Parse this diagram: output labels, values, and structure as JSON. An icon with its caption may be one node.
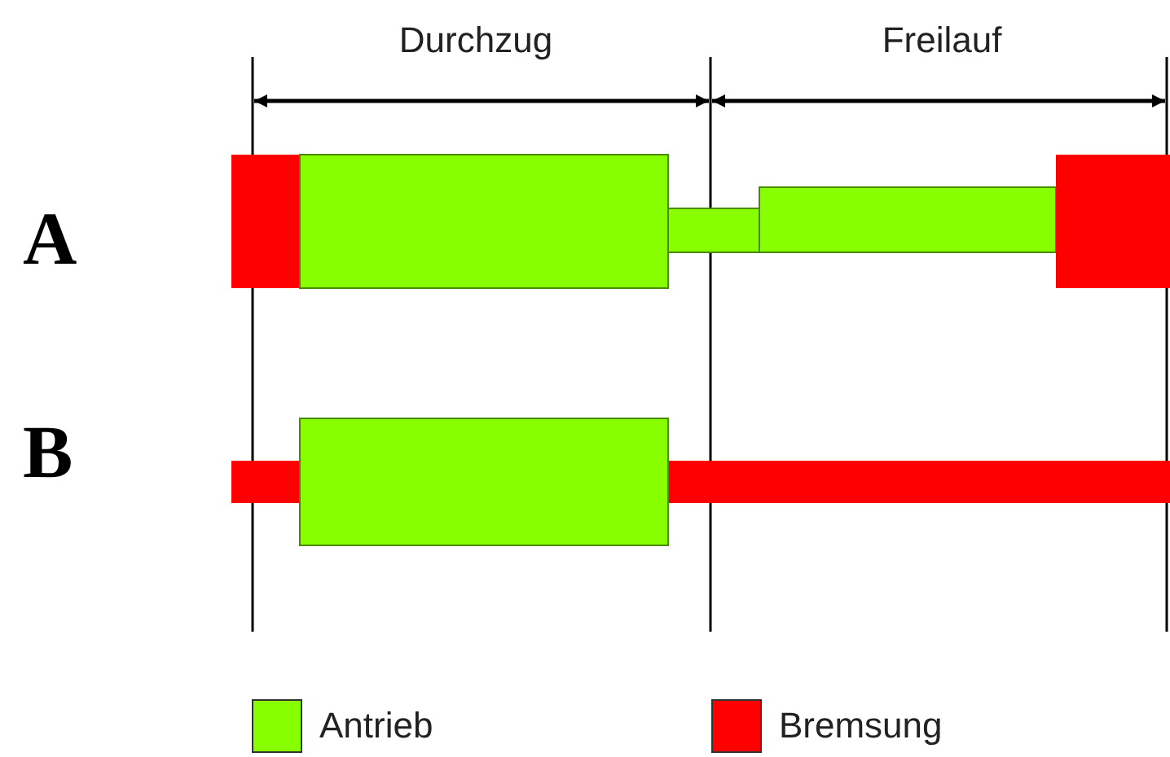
{
  "diagram": {
    "labels": [
      "Durchzug",
      "Freilauf",
      "A",
      "B"
    ],
    "legend": [
      {
        "text": "Antrieb",
        "color": "#88ff00"
      },
      {
        "text": "Bremsung",
        "color": "#ff0000"
      }
    ]
  }
}
